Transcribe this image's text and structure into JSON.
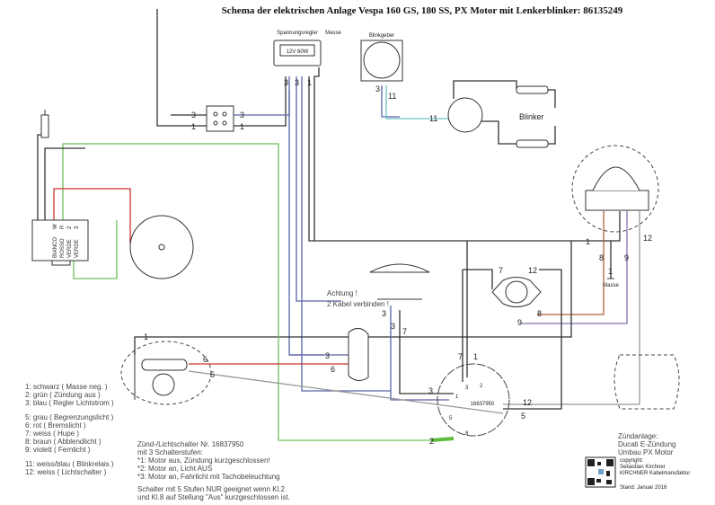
{
  "title": "Schema der elektrischen Anlage Vespa 160 GS, 180 SS, PX Motor mit Lenkerblinker:   86135249",
  "components": {
    "regulator": {
      "label": "Spannungsregler",
      "rating": "12V 60W",
      "ground": "Masse",
      "pins": [
        "3",
        "3",
        "1"
      ]
    },
    "flasher": {
      "label": "Blinkgeber",
      "pins": [
        "3",
        "11"
      ]
    },
    "junction": {
      "pins_left": [
        "3",
        "1"
      ],
      "pins_right": [
        "3",
        "1"
      ]
    },
    "indicator": {
      "label": "Blinker",
      "pin": "11"
    },
    "cdi": {
      "pins": [
        "BIANCO",
        "ROSSO",
        "VERDE",
        "VERDE"
      ],
      "codes": [
        "W",
        "R",
        "2",
        "3"
      ]
    },
    "horn": {
      "warning": [
        "Achtung !",
        "2 Kabel verbinden !"
      ],
      "pins": [
        "3",
        "3",
        "7"
      ]
    },
    "brake_switch": {
      "pins": [
        "3",
        "6"
      ]
    },
    "rear_light": {
      "pins": [
        "1",
        "6",
        "5"
      ]
    },
    "ignition_switch": {
      "number": "16837950",
      "pins_top": [
        "7",
        "1"
      ],
      "pin_left": "3",
      "pin_green": "2",
      "pins_right": [
        "12",
        "5"
      ],
      "terminals": [
        "2",
        "3",
        "1",
        "5",
        "8"
      ]
    },
    "tacho_plug": {
      "pins": [
        "7",
        "12",
        "8",
        "9"
      ]
    },
    "headlight": {
      "pins": [
        "1",
        "8",
        "9",
        "12"
      ],
      "ground_pin": "1",
      "ground": "Masse"
    }
  },
  "legend": [
    "1: schwarz ( Masse neg. )",
    "2: grün ( Zündung aus )",
    "3: blau ( Regler Lichtstrom )",
    "5: grau ( Begrenzungslicht )",
    "6: rot ( Bremslicht )",
    "7: weiss ( Hupe )",
    "8: braun ( Abblendlicht )",
    "9: violett ( Fernlicht )",
    "11: weiss/blau ( Blinkrelais )",
    "12: weiss ( Lichtschalter )"
  ],
  "switch_notes": [
    "Zünd-/Lichtschalter Nr. 16837950",
    "mit 3 Schalterstufen:",
    "*1: Motor aus, Zündung kurzgeschlossen!",
    "*2: Motor an, Licht AUS",
    "*3: Motor an, Fahrlicht mit Tachobeleuchtung",
    "Schalter mit 5 Stufen NUR geeignet wenn Kl.2",
    "und Kl.8 auf Stellung \"Aus\" kurzgeschlossen ist."
  ],
  "credits": {
    "lines": [
      "Zündanlage:",
      "Ducati E-Zündung",
      "Umbau PX Motor"
    ],
    "copyright": [
      "copyright:",
      "Sebastian Kirchner",
      "KIRCHNER Kabelmanufaktur"
    ],
    "date": "Stand: Januar 2016"
  },
  "wire_colors": {
    "black": "#333333",
    "green": "#6cbf5a",
    "blue": "#5a63a8",
    "grey": "#999999",
    "red": "#cc3333",
    "white_blue": "#6fc0c8",
    "brown": "#b0603a",
    "violet": "#8a6db0"
  }
}
